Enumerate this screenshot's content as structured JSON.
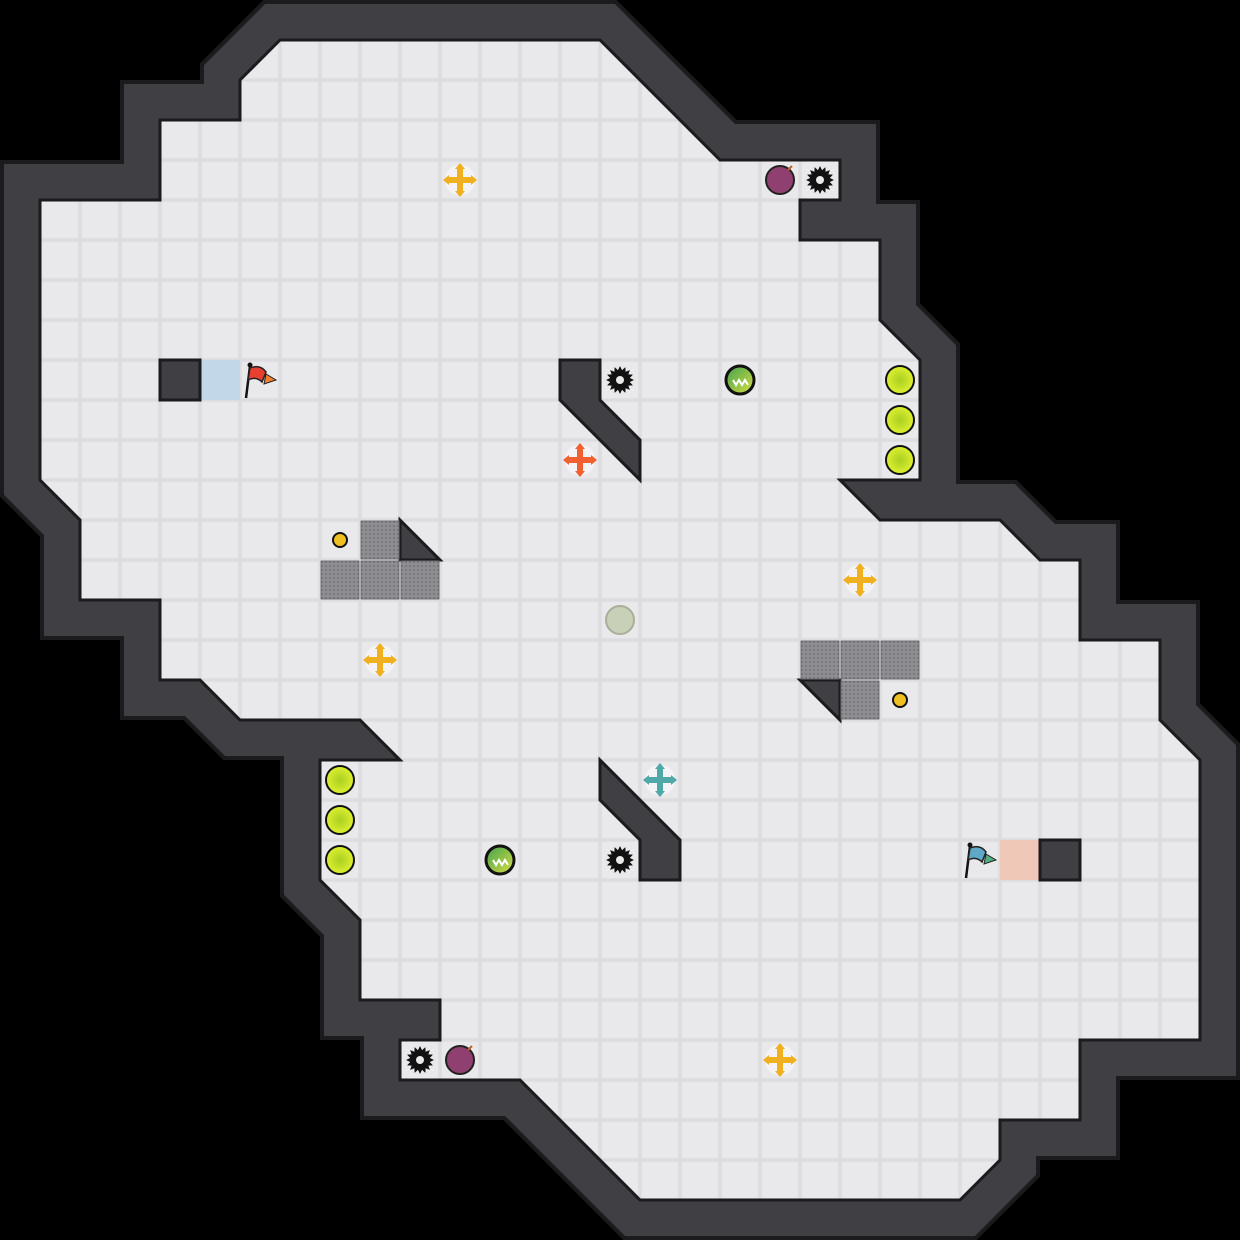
{
  "map": {
    "type": "capture-the-flag arena",
    "colors": {
      "background": "#000000",
      "wall": "#3f3f44",
      "wall_edge": "#1b1b1e",
      "floor": "#e4e4e8",
      "floor_line": "#d2d2d6",
      "gate": "#8a8a8e",
      "red_endzone": "#f0c8b8",
      "blue_endzone": "#c2d8e8",
      "boost_yellow": "#f0b020",
      "boost_red": "#f06030",
      "boost_blue": "#50a8a8",
      "powerup_yellow": "#c8e020",
      "juke_green": "#50b050",
      "bomb_purple": "#904070",
      "neutral_ball": "#c8d0b8"
    },
    "entities": {
      "flags": [
        "red-flag",
        "blue-flag"
      ],
      "boosts": [
        "yellow-boost",
        "yellow-boost",
        "yellow-boost",
        "yellow-boost",
        "red-boost",
        "blue-boost"
      ],
      "spikes": 4,
      "bombs": 2,
      "jukejuice": 2,
      "powerups": 6,
      "portals": 2,
      "gates": 8
    }
  }
}
